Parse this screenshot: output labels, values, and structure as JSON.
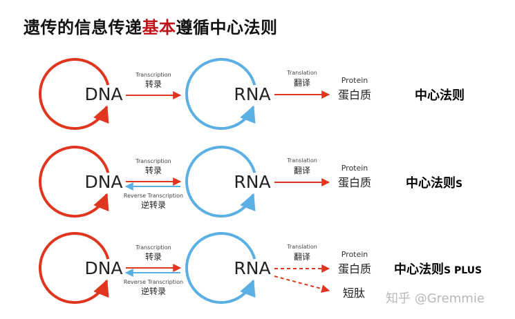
{
  "title": {
    "part1": "遗传的信息传递",
    "highlight": "基本",
    "part2": "遵循中心法则"
  },
  "molecules": {
    "dna": "DNA",
    "rna": "RNA"
  },
  "processes": {
    "transcription_en": "Transcription",
    "transcription_cn": "转录",
    "reverse_transcription_en": "Reverse Transcription",
    "reverse_transcription_cn": "逆转录",
    "translation_en": "Translation",
    "translation_cn": "翻译"
  },
  "products": {
    "protein_en": "Protein",
    "protein_cn": "蛋白质",
    "peptide_cn": "短肽"
  },
  "rows": [
    {
      "label": "中心法则",
      "suffix": ""
    },
    {
      "label": "中心法则",
      "suffix": "S"
    },
    {
      "label": "中心法则",
      "suffix": "S PLUS"
    }
  ],
  "watermark": "知乎 @Gremmie",
  "colors": {
    "dna": "#e0351e",
    "rna": "#5bb0e3",
    "highlight": "#c0141b"
  }
}
